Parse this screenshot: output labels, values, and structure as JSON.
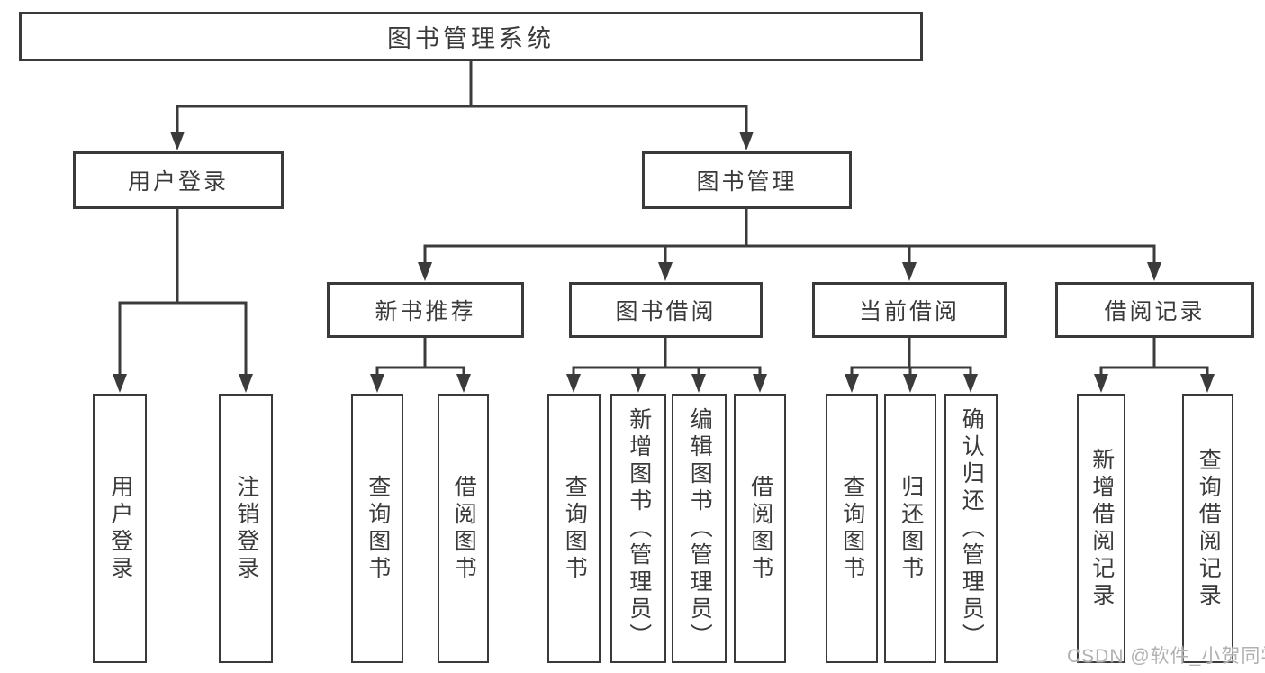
{
  "colors": {
    "line": "#3b3b3b",
    "box_border": "#3a3a3a",
    "text": "#3a3a3a",
    "watermark_text": "#b0b0b0",
    "background": "#ffffff"
  },
  "watermark": "CSDN @软件_小贺同学",
  "diagram": {
    "title": "图书管理系统",
    "branches": {
      "user_login": {
        "label": "用户登录",
        "children": {
          "login": "用户登录",
          "logout": "注销登录"
        }
      },
      "book_management": {
        "label": "图书管理",
        "sections": {
          "new_book_recommend": {
            "label": "新书推荐",
            "children": {
              "query_books": "查询图书",
              "borrow_books": "借阅图书"
            }
          },
          "book_borrowing": {
            "label": "图书借阅",
            "children": {
              "query_books": "查询图书",
              "add_books_admin": "新增图书（管理员）",
              "edit_books_admin": "编辑图书（管理员）",
              "borrow_books": "借阅图书"
            }
          },
          "current_borrowing": {
            "label": "当前借阅",
            "children": {
              "query_books": "查询图书",
              "return_books": "归还图书",
              "confirm_return_admin": "确认归还（管理员）"
            }
          },
          "borrowing_records": {
            "label": "借阅记录",
            "children": {
              "add_borrow_record": "新增借阅记录",
              "query_borrow_record": "查询借阅记录"
            }
          }
        }
      }
    }
  }
}
